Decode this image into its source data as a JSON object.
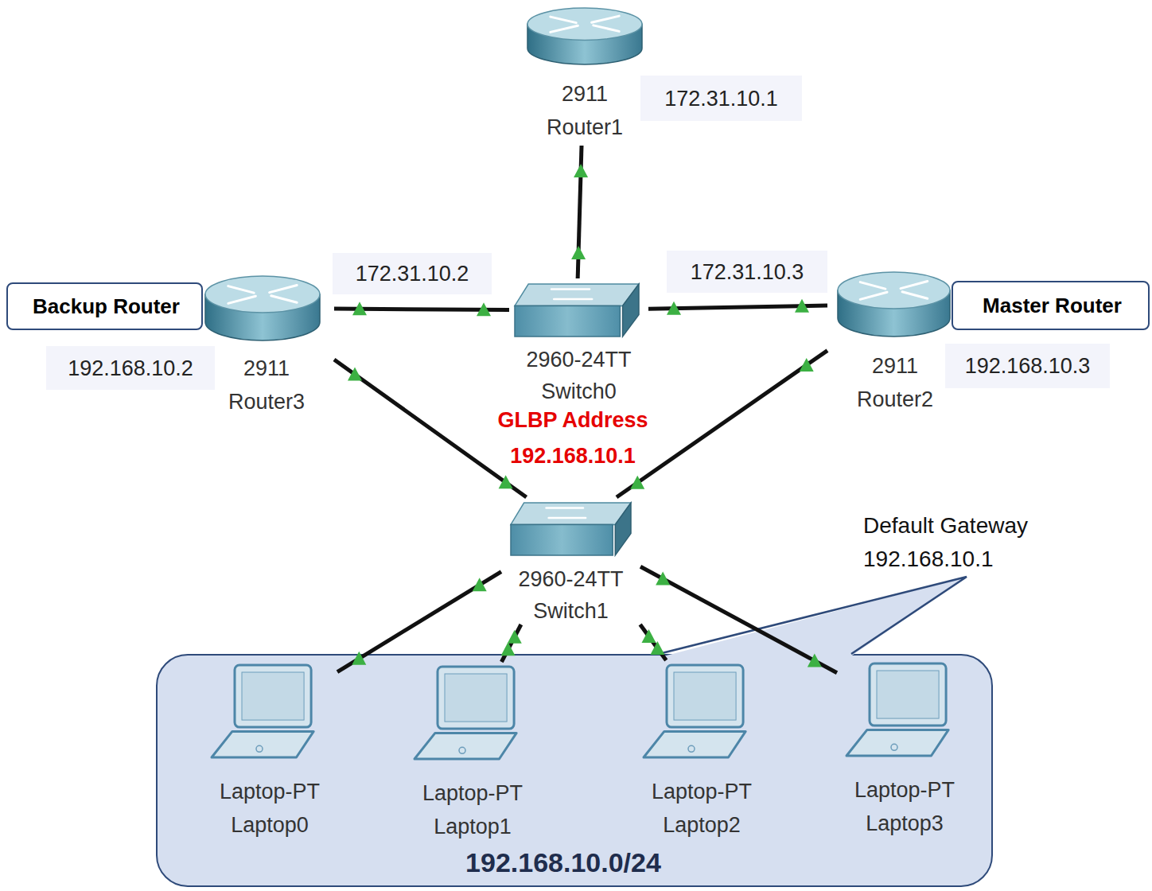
{
  "diagram": {
    "nodes": [
      {
        "text": [
          "2911",
          "Router1"
        ]
      },
      {
        "text": [
          "Backup Router"
        ]
      },
      {
        "text": [
          "2911",
          "Router3"
        ]
      },
      {
        "text": [
          "2960-24TT",
          "Switch0"
        ]
      },
      {
        "text": [
          "2911",
          "Router2"
        ]
      },
      {
        "text": [
          "Master Router"
        ]
      },
      {
        "text": [
          "2960-24TT",
          "Switch1"
        ]
      },
      {
        "text": [
          "192.168.10.0/24"
        ]
      },
      {
        "text": [
          "Laptop-PT",
          "Laptop0"
        ],
        "in": 7
      },
      {
        "text": [
          "Laptop-PT",
          "Laptop1"
        ],
        "in": 7
      },
      {
        "text": [
          "Laptop-PT",
          "Laptop2"
        ],
        "in": 7
      },
      {
        "text": [
          "Laptop-PT",
          "Laptop3"
        ],
        "in": 7
      }
    ],
    "edges": [
      {
        "from": 0,
        "to": 3,
        "arrow": "none"
      },
      {
        "from": 2,
        "to": 3,
        "arrow": "none"
      },
      {
        "from": 3,
        "to": 4,
        "arrow": "none"
      },
      {
        "from": 2,
        "to": 6,
        "arrow": "none"
      },
      {
        "from": 4,
        "to": 6,
        "arrow": "none"
      },
      {
        "from": 6,
        "to": 8,
        "arrow": "none"
      },
      {
        "from": 6,
        "to": 9,
        "arrow": "none"
      },
      {
        "from": 6,
        "to": 10,
        "arrow": "none"
      },
      {
        "from": 6,
        "to": 11,
        "arrow": "none"
      }
    ],
    "labels": [
      "172.31.10.1",
      "172.31.10.2",
      "172.31.10.3",
      "192.168.10.2",
      "192.168.10.3",
      "GLBP Address 192.168.10.1",
      "Default Gateway 192.168.10.1"
    ]
  }
}
